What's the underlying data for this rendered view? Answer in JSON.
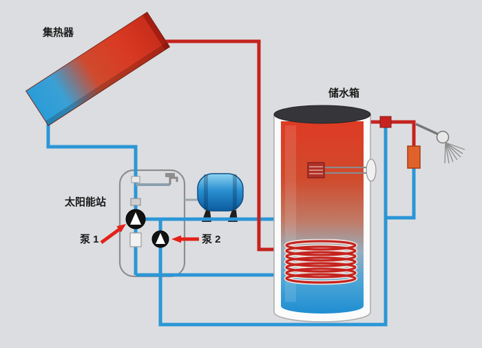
{
  "diagram": {
    "type": "solar-water-heating-system-schematic",
    "labels": {
      "collector": "集热器",
      "tank": "储水箱",
      "station": "太阳能站",
      "pump1": "泵 1",
      "pump2": "泵 2"
    },
    "colors": {
      "background": "#dcdde0",
      "hot": "#c5231f",
      "cold": "#2b96d6",
      "arrow": "#e32119",
      "tank_top": "#36363a",
      "valve_orange": "#e0622a",
      "vessel": "#2a8fd0",
      "pump_body": "#111111"
    },
    "components": [
      "solar-collector",
      "storage-tank",
      "solar-pump-station",
      "pump-1",
      "pump-2",
      "expansion-vessel",
      "heating-coil",
      "heating-element",
      "tee-fitting",
      "check-valve",
      "mixing-valve",
      "tap-valve",
      "shower-head"
    ]
  }
}
